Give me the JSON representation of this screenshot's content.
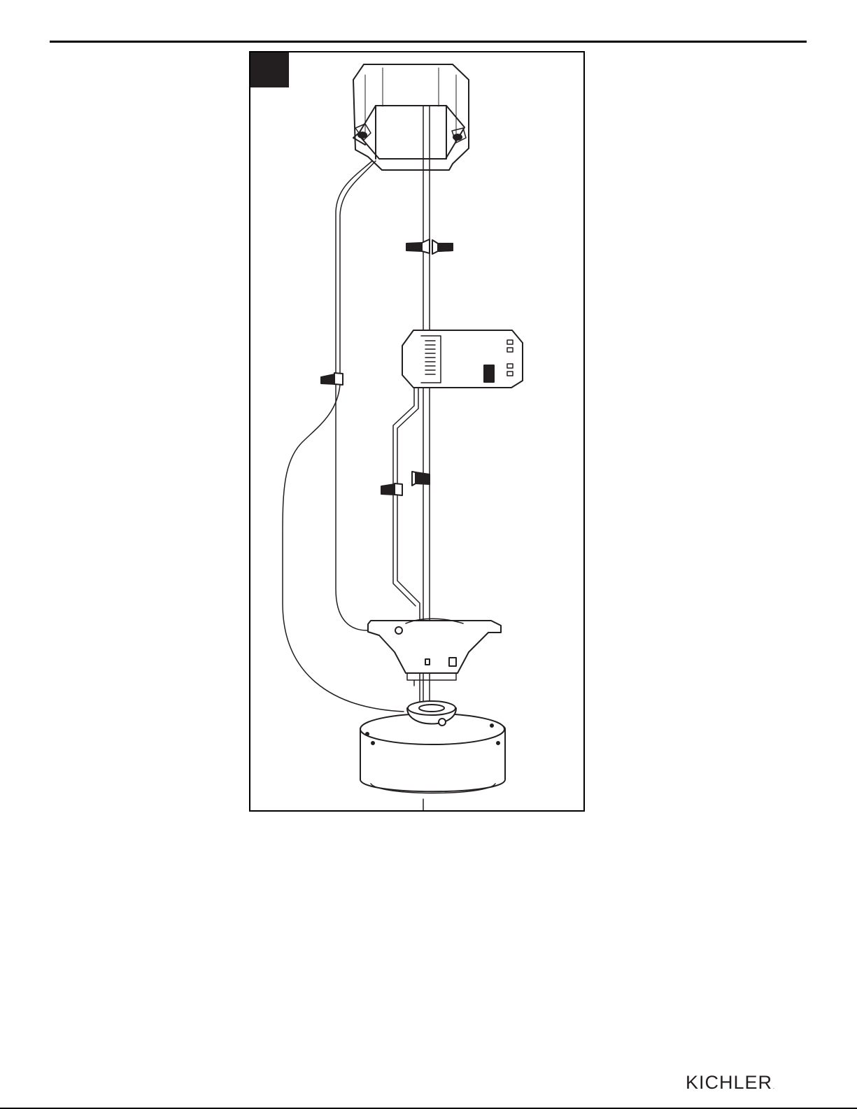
{
  "footer": {
    "brand": "KICHLER",
    "brand_mark": "."
  },
  "figure": {
    "components": [
      "outlet-box",
      "wire-connector",
      "receiver",
      "mounting-bracket",
      "canopy"
    ]
  }
}
